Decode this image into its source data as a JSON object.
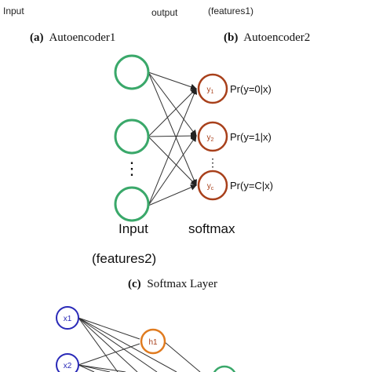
{
  "top": {
    "input_label": "Input",
    "output_label": "output",
    "features1_label": "(features1)"
  },
  "captions": {
    "a_letter": "(a)",
    "a_text": "Autoencoder1",
    "b_letter": "(b)",
    "b_text": "Autoencoder2",
    "c_letter": "(c)",
    "c_text": "Softmax Layer"
  },
  "softmax_diagram": {
    "outputs": [
      {
        "node": "y1",
        "sub": "1",
        "prob": "Pr(y=0|x)"
      },
      {
        "node": "y2",
        "sub": "2",
        "prob": "Pr(y=1|x)"
      },
      {
        "node": "yc",
        "sub": "c",
        "prob": "Pr(y=C|x)"
      }
    ],
    "node_letter": "y",
    "input_label": "Input",
    "features2_label": "(features2)",
    "softmax_label": "softmax",
    "input_dots": "⋮",
    "output_dots": "⋮"
  },
  "bottom_diagram": {
    "x1": "x1",
    "x2": "x2",
    "h1": "h1"
  },
  "colors": {
    "input_node": "#3aa86a",
    "output_node": "#a8401b",
    "x_node": "#2a2ab8",
    "h_node": "#e07b1f",
    "edge": "#333333"
  }
}
